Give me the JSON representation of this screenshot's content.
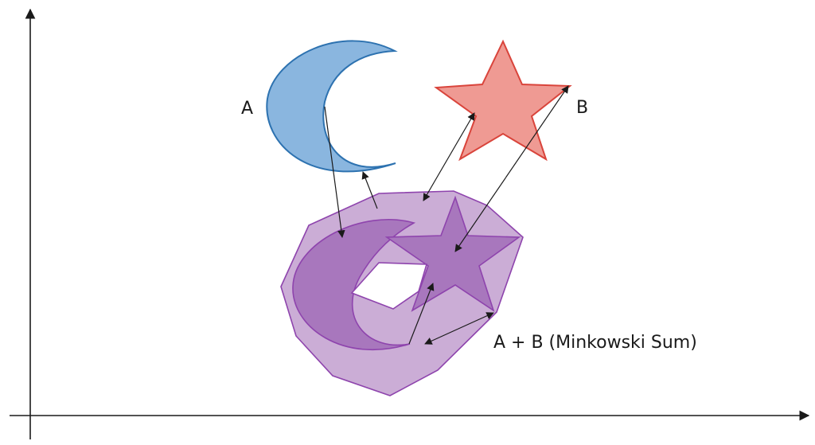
{
  "labels": {
    "shape_a": "A",
    "shape_b": "B",
    "sum": "A + B (Minkowski Sum)"
  },
  "colors": {
    "background": "#ffffff",
    "axis": "#1a1a1a",
    "shape_a_fill": "#8ab6df",
    "shape_a_stroke": "#2d72b0",
    "shape_b_fill": "#ef9a93",
    "shape_b_stroke": "#d9443b",
    "sum_fill": "#c29fcf",
    "sum_stroke": "#8e44ad",
    "inner_fill": "#a877bd",
    "arrow": "#1a1a1a"
  }
}
